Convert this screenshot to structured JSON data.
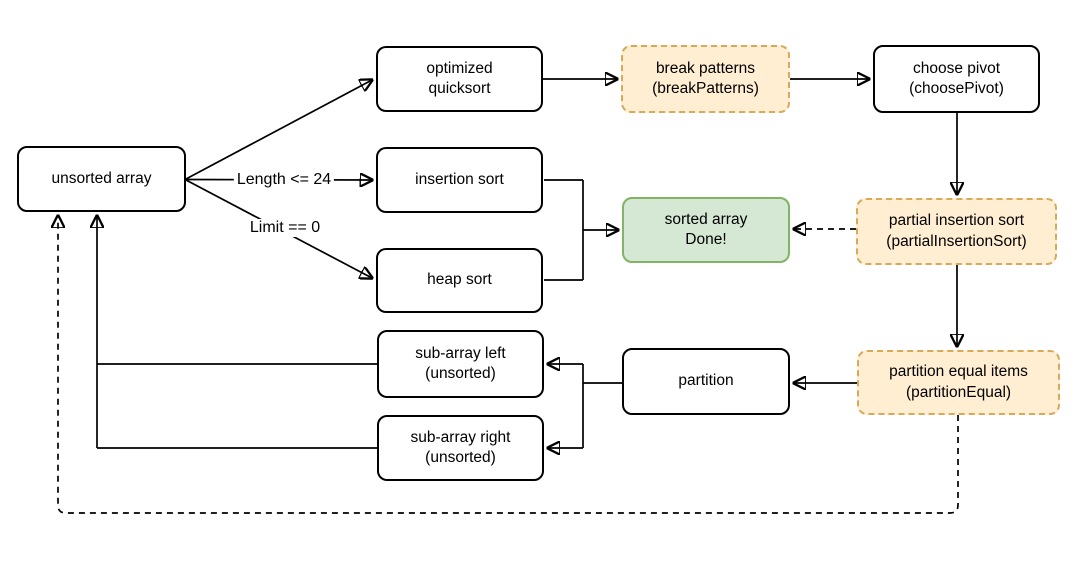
{
  "colors": {
    "background": "#ffffff",
    "node-fill": "#ffffff",
    "node-stroke": "#000000",
    "orange-fill": "#ffeed2",
    "orange-stroke": "#d6aa5a",
    "green-fill": "#d5e8d4",
    "green-stroke": "#82b366",
    "edge-color": "#000000"
  },
  "nodes": {
    "unsorted_array": {
      "label": "unsorted array"
    },
    "optimized_quicksort": {
      "label": "optimized\nquicksort"
    },
    "insertion_sort": {
      "label": "insertion sort"
    },
    "heap_sort": {
      "label": "heap sort"
    },
    "break_patterns": {
      "label": "break patterns\n(breakPatterns)"
    },
    "choose_pivot": {
      "label": "choose pivot\n(choosePivot)"
    },
    "sorted_array": {
      "label": "sorted array\nDone!"
    },
    "partial_insertion_sort": {
      "label": "partial insertion sort\n(partialInsertionSort)"
    },
    "partition": {
      "label": "partition"
    },
    "partition_equal": {
      "label": "partition equal items\n(partitionEqual)"
    },
    "sub_array_left": {
      "label": "sub-array left\n(unsorted)"
    },
    "sub_array_right": {
      "label": "sub-array right\n(unsorted)"
    }
  },
  "edge_labels": {
    "length_condition": "Length <= 24",
    "limit_condition": "Limit == 0"
  }
}
